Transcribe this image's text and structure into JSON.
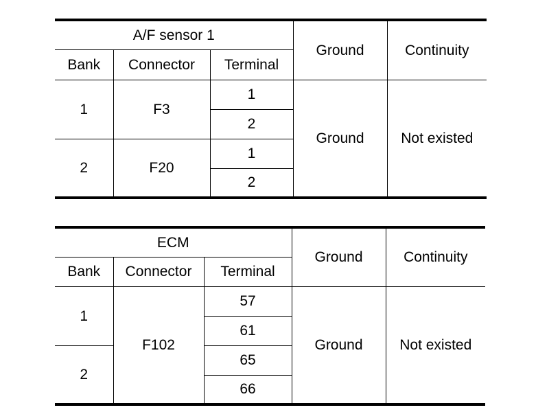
{
  "table_af": {
    "group_header": "A/F sensor 1",
    "headers": {
      "bank": "Bank",
      "connector": "Connector",
      "terminal": "Terminal",
      "ground": "Ground",
      "continuity": "Continuity"
    },
    "rows": [
      {
        "bank": "1",
        "connector": "F3",
        "terminals": [
          "1",
          "2"
        ]
      },
      {
        "bank": "2",
        "connector": "F20",
        "terminals": [
          "1",
          "2"
        ]
      }
    ],
    "ground_value": "Ground",
    "continuity_value": "Not existed"
  },
  "table_ecm": {
    "group_header": "ECM",
    "headers": {
      "bank": "Bank",
      "connector": "Connector",
      "terminal": "Terminal",
      "ground": "Ground",
      "continuity": "Continuity"
    },
    "banks": [
      "1",
      "2"
    ],
    "connector": "F102",
    "terminals": [
      "57",
      "61",
      "65",
      "66"
    ],
    "ground_value": "Ground",
    "continuity_value": "Not existed"
  }
}
